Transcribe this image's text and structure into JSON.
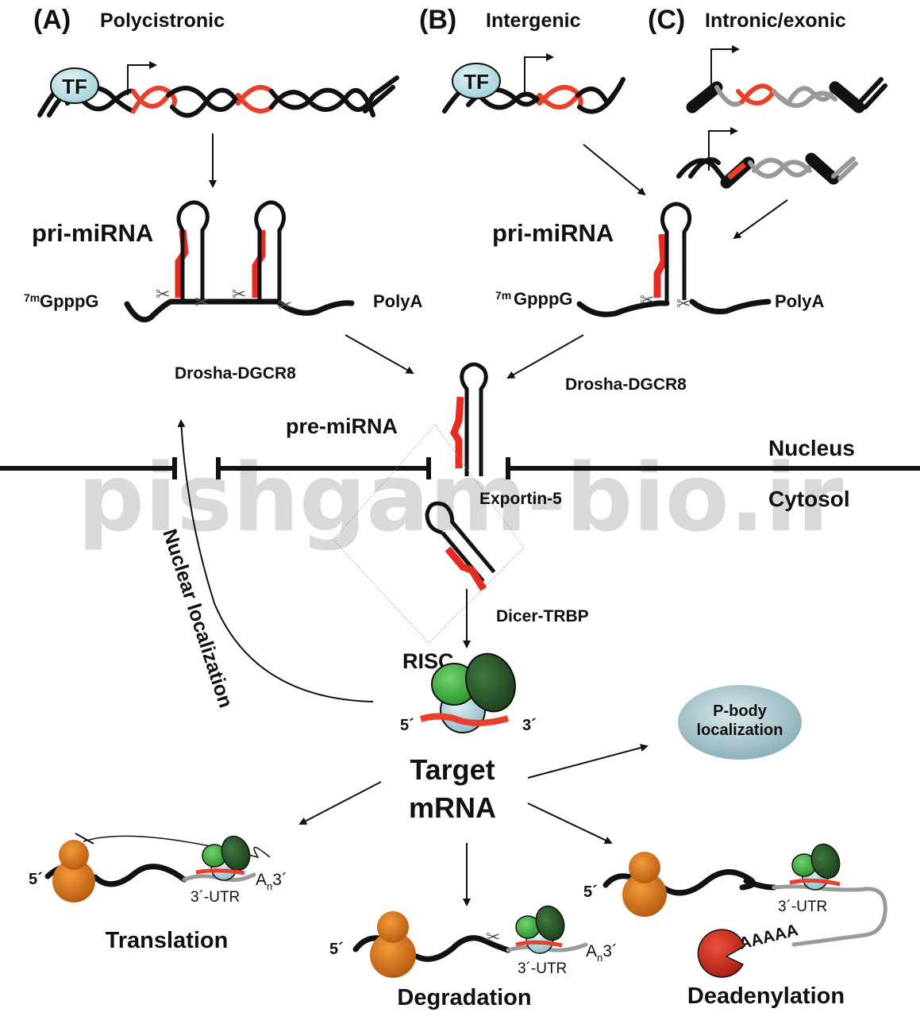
{
  "panels": {
    "a": {
      "letter": "(A)",
      "title": "Polycistronic"
    },
    "b": {
      "letter": "(B)",
      "title": "Intergenic"
    },
    "c": {
      "letter": "(C)",
      "title": "Intronic/exonic"
    }
  },
  "labels": {
    "tf": "TF",
    "pri_mirna": "pri-miRNA",
    "cap_sup": "7m",
    "cap": "GpppG",
    "polya": "PolyA",
    "drosha": "Drosha-DGCR8",
    "pre_mirna": "pre-miRNA",
    "nucleus": "Nucleus",
    "cytosol": "Cytosol",
    "exportin": "Exportin-5",
    "dicer": "Dicer-TRBP",
    "risc": "RISC",
    "five_prime": "5´",
    "three_prime": "3´",
    "nuclear_localization": "Nuclear localization",
    "target_line1": "Target",
    "target_line2": "mRNA",
    "pbody_line1": "P-body",
    "pbody_line2": "localization",
    "utr": "3´-UTR",
    "an": "A",
    "an_sub": "n",
    "an_3": "3´",
    "aaaaa": "AAAAA",
    "translation": "Translation",
    "degradation": "Degradation",
    "deadenylation": "Deadenylation"
  },
  "watermark": "pishgam-bio.ir",
  "colors": {
    "mirna_red": "#e62b22",
    "tf_fill": "#b9e0e6",
    "risc_light_green": "#3fae3f",
    "risc_dark_green": "#2b5a2b",
    "risc_base": "#a9d3dc",
    "ribosome": "#d86f1c",
    "pbody": "#8fb6bf",
    "deadenylase": "#d62a1e"
  }
}
